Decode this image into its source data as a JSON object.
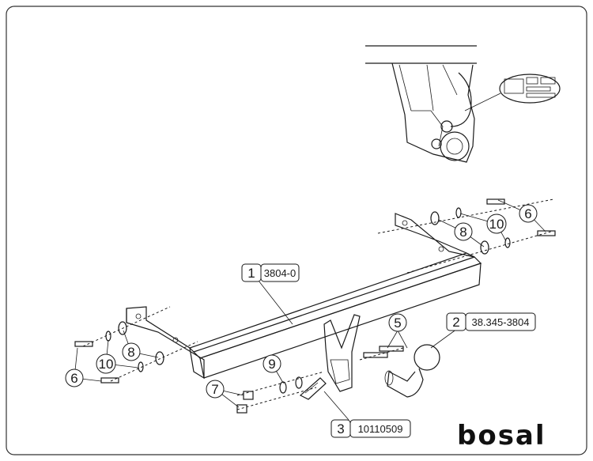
{
  "parts": [
    {
      "id": "1",
      "code": "3804-0"
    },
    {
      "id": "2",
      "code": "38.345-3804"
    },
    {
      "id": "3",
      "code": "10110509"
    }
  ],
  "callouts": {
    "c5": "5",
    "c6_top": "6",
    "c6_bottom": "6",
    "c7": "7",
    "c8_top": "8",
    "c8_bottom": "8",
    "c9": "9",
    "c10_top": "10",
    "c10_bottom": "10"
  },
  "brand": "bosal"
}
